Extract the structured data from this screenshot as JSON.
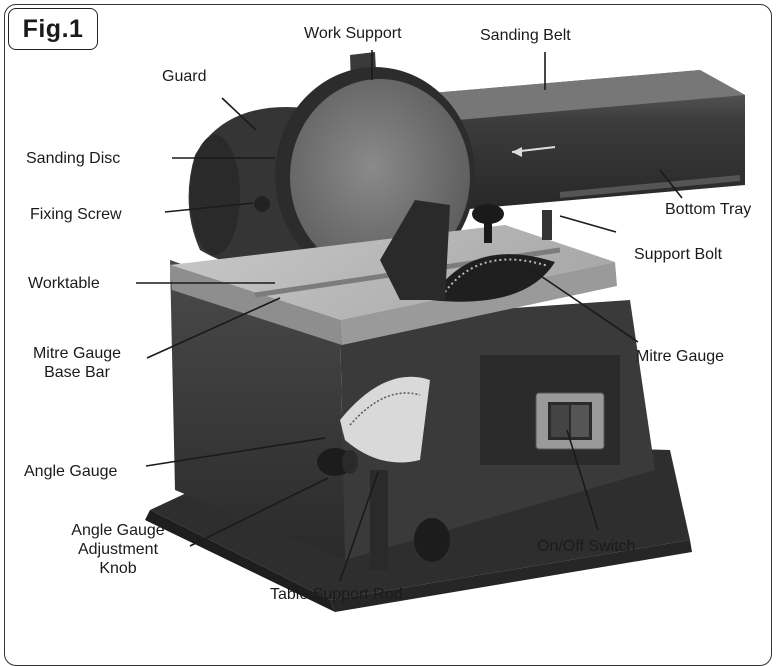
{
  "figure": {
    "label": "Fig.1"
  },
  "labels": {
    "work_support": "Work Support",
    "sanding_belt": "Sanding Belt",
    "guard": "Guard",
    "sanding_disc": "Sanding Disc",
    "fixing_screw": "Fixing Screw",
    "bottom_tray": "Bottom Tray",
    "support_bolt": "Support Bolt",
    "worktable": "Worktable",
    "mitre_gauge_base_bar_line1": "Mitre Gauge",
    "mitre_gauge_base_bar_line2": "Base Bar",
    "mitre_gauge": "Mitre Gauge",
    "angle_gauge": "Angle Gauge",
    "angle_gauge_adj_line1": "Angle Gauge",
    "angle_gauge_adj_line2": "Adjustment",
    "angle_gauge_adj_line3": "Knob",
    "table_support_rod": "Table Support Rod",
    "on_off_switch": "On/Off Switch"
  }
}
